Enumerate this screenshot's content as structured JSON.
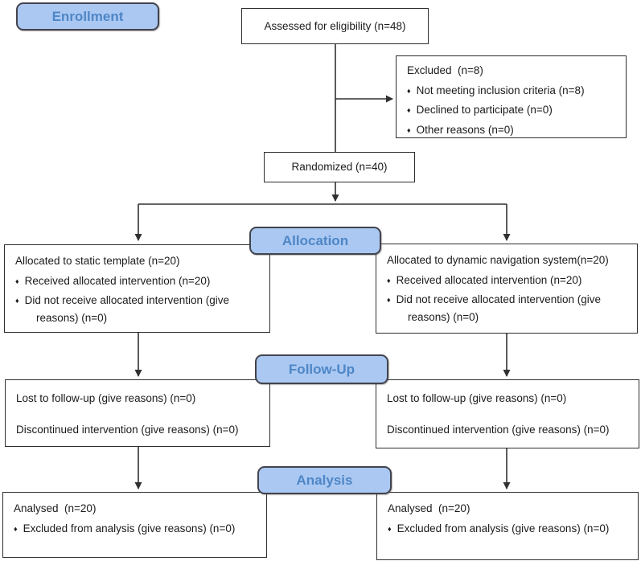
{
  "colors": {
    "stage_fill": "#aac8f2",
    "stage_border": "#43434c",
    "stage_text": "#4e86c6",
    "box_border": "#2e2e2e",
    "line": "#303030"
  },
  "bullet_char": "♦",
  "stages": {
    "enrollment": "Enrollment",
    "allocation": "Allocation",
    "follow_up": "Follow-Up",
    "analysis": "Analysis"
  },
  "boxes": {
    "assessed": {
      "text": "Assessed for eligibility (n=48)"
    },
    "excluded": {
      "title": "Excluded  (n=8)",
      "bullets": [
        "Not meeting inclusion criteria (n=8)",
        "Declined to participate (n=0)",
        "Other reasons (n=0)"
      ]
    },
    "randomized": {
      "text": "Randomized (n=40)"
    },
    "allocation_left": {
      "title": "Allocated to static template (n=20)",
      "bullets": [
        "Received allocated intervention (n=20)",
        "Did not receive allocated intervention (give reasons) (n=0)"
      ]
    },
    "allocation_right": {
      "title": "Allocated to dynamic navigation system(n=20)",
      "bullets": [
        "Received allocated intervention (n=20)",
        "Did not receive allocated intervention (give reasons) (n=0)"
      ]
    },
    "followup_left": {
      "lines": [
        "Lost to follow-up (give reasons) (n=0)",
        "Discontinued intervention (give reasons) (n=0)"
      ]
    },
    "followup_right": {
      "lines": [
        "Lost to follow-up (give reasons) (n=0)",
        "Discontinued intervention (give reasons) (n=0)"
      ]
    },
    "analysis_left": {
      "title": "Analysed  (n=20)",
      "bullets": [
        "Excluded from analysis (give reasons) (n=0)"
      ]
    },
    "analysis_right": {
      "title": "Analysed  (n=20)",
      "bullets": [
        "Excluded from analysis (give reasons) (n=0)"
      ]
    }
  }
}
